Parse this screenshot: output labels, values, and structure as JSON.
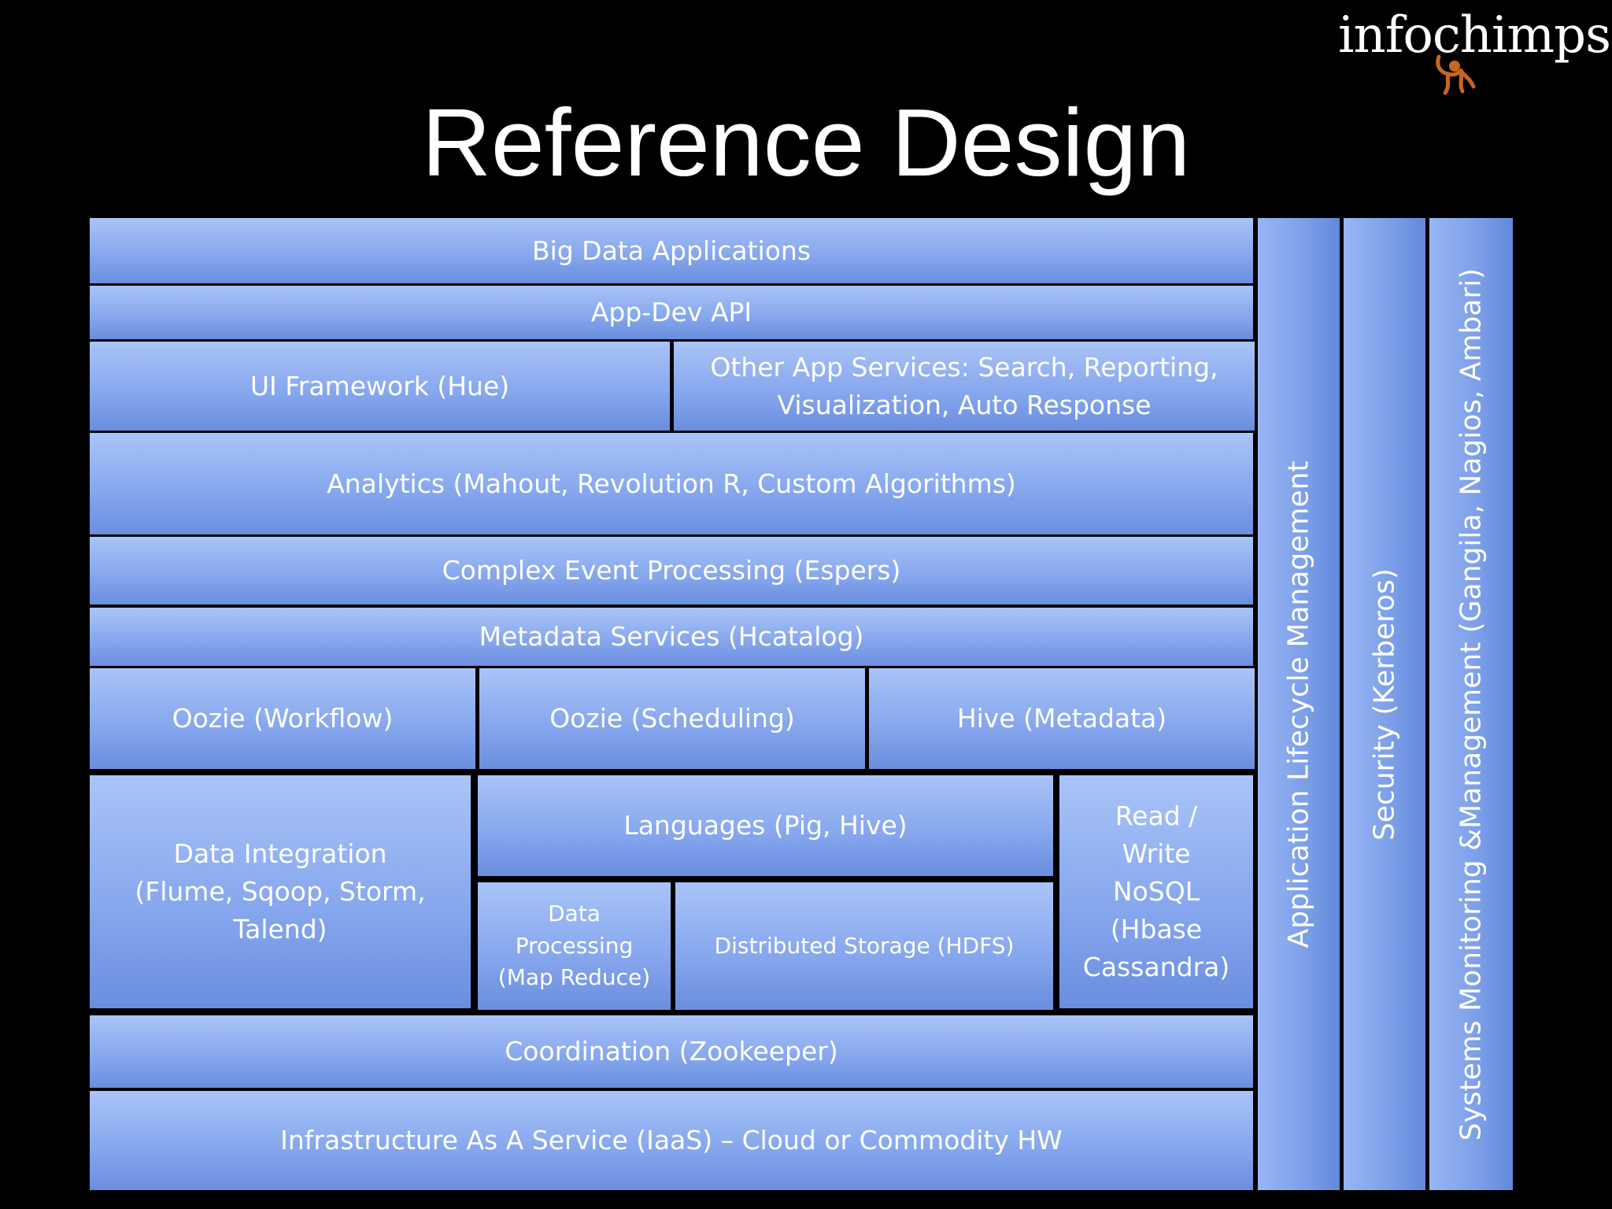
{
  "brand": {
    "logo_text": "infochimps"
  },
  "slide": {
    "title": "Reference Design"
  },
  "layers": {
    "big_data_applications": "Big Data Applications",
    "app_dev_api": "App-Dev API",
    "ui_framework": "UI Framework (Hue)",
    "other_app_services_line1": "Other App Services: Search, Reporting,",
    "other_app_services_line2": "Visualization, Auto Response",
    "analytics": "Analytics (Mahout, Revolution R, Custom Algorithms)",
    "complex_event_processing": "Complex Event Processing (Espers)",
    "metadata_services": "Metadata Services (Hcatalog)",
    "oozie_workflow": "Oozie (Workflow)",
    "oozie_scheduling": "Oozie (Scheduling)",
    "hive_metadata": "Hive (Metadata)",
    "data_integration_line1": "Data Integration",
    "data_integration_line2": "(Flume, Sqoop, Storm,",
    "data_integration_line3": "Talend)",
    "languages": "Languages (Pig, Hive)",
    "data_processing_line1": "Data",
    "data_processing_line2": "Processing",
    "data_processing_line3": "(Map Reduce)",
    "distributed_storage": "Distributed Storage (HDFS)",
    "read_write_nosql_line1": "Read /",
    "read_write_nosql_line2": "Write",
    "read_write_nosql_line3": "NoSQL",
    "read_write_nosql_line4": "(Hbase",
    "read_write_nosql_line5": "Cassandra)",
    "coordination": "Coordination (Zookeeper)",
    "iaas": "Infrastructure As A Service (IaaS) – Cloud or Commodity HW"
  },
  "vertical_layers": {
    "lifecycle": "Application Lifecycle Management",
    "security": "Security (Kerberos)",
    "monitoring": "Systems Monitoring &Management (Gangila, Nagios, Ambari)"
  },
  "colors": {
    "background": "#000000",
    "block_light": "#a9c4f7",
    "block_dark": "#6a8edf",
    "text": "#ffffff"
  }
}
